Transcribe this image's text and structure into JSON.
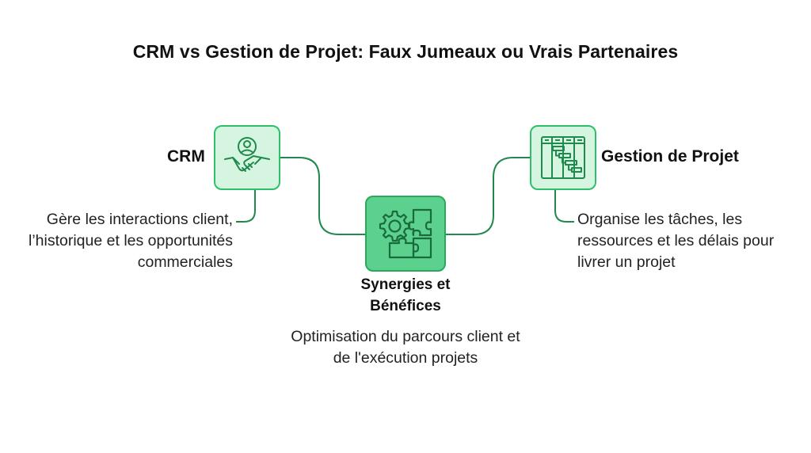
{
  "title": "CRM vs Gestion de Projet: Faux Jumeaux ou Vrais Partenaires",
  "nodes": {
    "crm": {
      "label": "CRM",
      "description": "Gère les interactions client, l’historique et les opportunités commerciales",
      "icon": "handshake-person-icon"
    },
    "synergies": {
      "label": "Synergies et Bénéfices",
      "description": "Optimisation du parcours client et de l'exécution projets",
      "icon": "gear-puzzle-icon"
    },
    "gestion": {
      "label": "Gestion de Projet",
      "description": "Organise les tâches, les ressources et les délais pour livrer un projet",
      "icon": "gantt-chart-icon"
    }
  },
  "colors": {
    "accent": "#2fbf6b",
    "accent_dark": "#1f8a4c",
    "box_light": "#d6f5e1",
    "box_strong": "#5cd08d",
    "connector": "#1f8a4c"
  }
}
